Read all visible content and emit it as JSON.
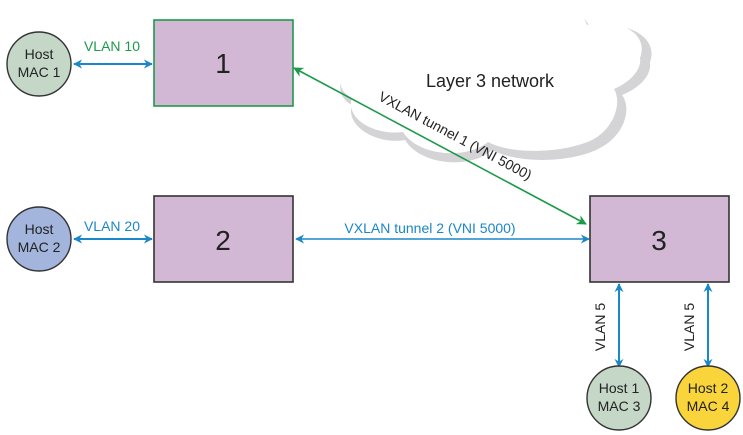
{
  "colors": {
    "blue_link": "#1a87c9",
    "green_link": "#1c9a4a",
    "switch_fill": "#d2b8d4",
    "switch_border": "#333333",
    "switch1_border": "#1c9a4a",
    "host_green": "#c5d8c8",
    "host_blue": "#a3b5dd",
    "host_yellow": "#f9d53b",
    "cloud_shadow": "#d4d4d6"
  },
  "cloud": {
    "label": "Layer 3 network"
  },
  "switches": [
    {
      "id": "1",
      "label": "1"
    },
    {
      "id": "2",
      "label": "2"
    },
    {
      "id": "3",
      "label": "3"
    }
  ],
  "hosts": [
    {
      "line1": "Host",
      "line2": "MAC 1"
    },
    {
      "line1": "Host",
      "line2": "MAC 2"
    },
    {
      "line1": "Host 1",
      "line2": "MAC 3"
    },
    {
      "line1": "Host 2",
      "line2": "MAC 4"
    }
  ],
  "links": {
    "vlan10": "VLAN 10",
    "vlan20": "VLAN 20",
    "vlan5a": "VLAN 5",
    "vlan5b": "VLAN 5",
    "tunnel1": "VXLAN tunnel 1 (VNI 5000)",
    "tunnel2": "VXLAN tunnel 2 (VNI 5000)"
  }
}
